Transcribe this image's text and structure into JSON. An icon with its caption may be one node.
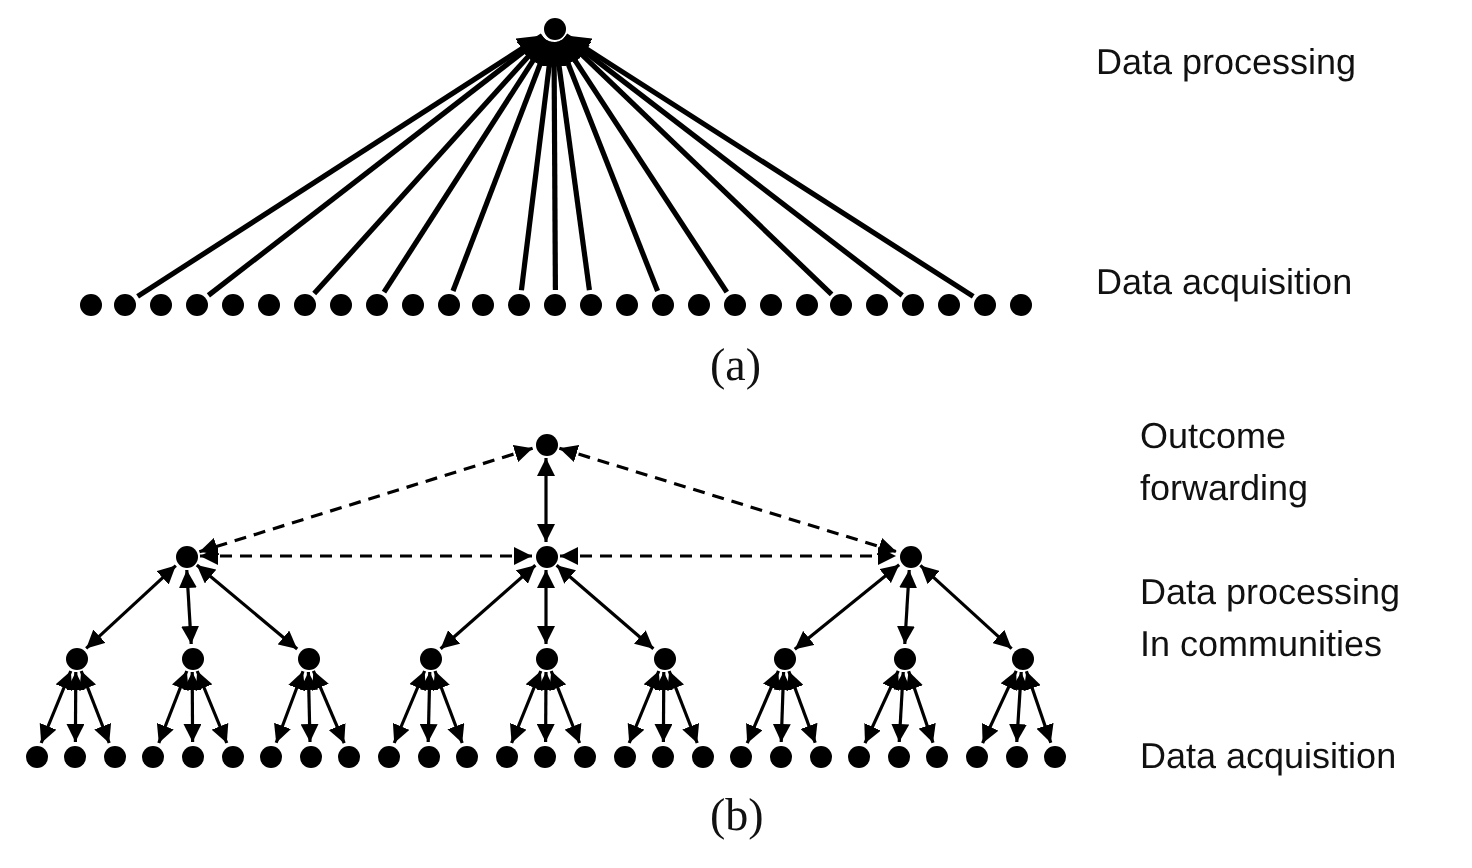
{
  "diagram": {
    "nodes": [
      {
        "text": [],
        "shape": "circle"
      },
      {
        "text": [],
        "shape": "circle"
      },
      {
        "text": [],
        "shape": "circle"
      },
      {
        "text": [],
        "shape": "circle"
      },
      {
        "text": [],
        "shape": "circle"
      },
      {
        "text": [],
        "shape": "circle"
      },
      {
        "text": [],
        "shape": "circle"
      },
      {
        "text": [],
        "shape": "circle"
      },
      {
        "text": [],
        "shape": "circle"
      },
      {
        "text": [],
        "shape": "circle"
      },
      {
        "text": [],
        "shape": "circle"
      },
      {
        "text": [],
        "shape": "circle"
      },
      {
        "text": [],
        "shape": "circle"
      },
      {
        "text": [],
        "shape": "circle"
      },
      {
        "text": [],
        "shape": "circle"
      },
      {
        "text": [],
        "shape": "circle"
      },
      {
        "text": [],
        "shape": "circle"
      },
      {
        "text": [],
        "shape": "circle"
      },
      {
        "text": [],
        "shape": "circle"
      },
      {
        "text": [],
        "shape": "circle"
      },
      {
        "text": [],
        "shape": "circle"
      },
      {
        "text": [],
        "shape": "circle"
      },
      {
        "text": [],
        "shape": "circle"
      },
      {
        "text": [],
        "shape": "circle"
      },
      {
        "text": [],
        "shape": "circle"
      },
      {
        "text": [],
        "shape": "circle"
      },
      {
        "text": [],
        "shape": "circle"
      },
      {
        "text": [],
        "shape": "circle"
      },
      {
        "text": [],
        "shape": "circle"
      },
      {
        "text": [],
        "shape": "circle"
      },
      {
        "text": [],
        "shape": "circle"
      },
      {
        "text": [],
        "shape": "circle"
      },
      {
        "text": [],
        "shape": "circle"
      },
      {
        "text": [],
        "shape": "circle"
      },
      {
        "text": [],
        "shape": "circle"
      },
      {
        "text": [],
        "shape": "circle"
      },
      {
        "text": [],
        "shape": "circle"
      },
      {
        "text": [],
        "shape": "circle"
      },
      {
        "text": [],
        "shape": "circle"
      },
      {
        "text": [],
        "shape": "circle"
      },
      {
        "text": [],
        "shape": "circle"
      },
      {
        "text": [],
        "shape": "circle"
      },
      {
        "text": [],
        "shape": "circle"
      },
      {
        "text": [],
        "shape": "circle"
      },
      {
        "text": [],
        "shape": "circle"
      },
      {
        "text": [],
        "shape": "circle"
      },
      {
        "text": [],
        "shape": "circle"
      },
      {
        "text": [],
        "shape": "circle"
      },
      {
        "text": [],
        "shape": "circle"
      },
      {
        "text": [],
        "shape": "circle"
      },
      {
        "text": [],
        "shape": "circle"
      },
      {
        "text": [],
        "shape": "circle"
      },
      {
        "text": [],
        "shape": "circle"
      },
      {
        "text": [],
        "shape": "circle"
      },
      {
        "text": [],
        "shape": "circle"
      },
      {
        "text": [],
        "shape": "circle"
      },
      {
        "text": [],
        "shape": "circle"
      },
      {
        "text": [],
        "shape": "circle"
      },
      {
        "text": [],
        "shape": "circle"
      },
      {
        "text": [],
        "shape": "circle"
      },
      {
        "text": [],
        "shape": "circle"
      },
      {
        "text": [],
        "shape": "circle"
      },
      {
        "text": [],
        "shape": "circle"
      },
      {
        "text": [],
        "shape": "circle"
      },
      {
        "text": [],
        "shape": "circle"
      },
      {
        "text": [],
        "shape": "circle"
      },
      {
        "text": [],
        "shape": "circle"
      },
      {
        "text": [],
        "shape": "circle"
      }
    ],
    "edges": [
      {
        "from": 2,
        "to": 0,
        "arrow": "to"
      },
      {
        "from": 4,
        "to": 0,
        "arrow": "to"
      },
      {
        "from": 7,
        "to": 0,
        "arrow": "to"
      },
      {
        "from": 9,
        "to": 0,
        "arrow": "to"
      },
      {
        "from": 11,
        "to": 0,
        "arrow": "to"
      },
      {
        "from": 13,
        "to": 0,
        "arrow": "to"
      },
      {
        "from": 14,
        "to": 0,
        "arrow": "to"
      },
      {
        "from": 15,
        "to": 0,
        "arrow": "to"
      },
      {
        "from": 17,
        "to": 0,
        "arrow": "to"
      },
      {
        "from": 19,
        "to": 0,
        "arrow": "to"
      },
      {
        "from": 22,
        "to": 0,
        "arrow": "to"
      },
      {
        "from": 24,
        "to": 0,
        "arrow": "to"
      },
      {
        "from": 26,
        "to": 0,
        "arrow": "to"
      },
      {
        "from": 28,
        "to": 29,
        "arrow": "both",
        "style": "dashed"
      },
      {
        "from": 28,
        "to": 30,
        "arrow": "both"
      },
      {
        "from": 28,
        "to": 31,
        "arrow": "both",
        "style": "dashed"
      },
      {
        "from": 29,
        "to": 30,
        "arrow": "both",
        "style": "dashed"
      },
      {
        "from": 30,
        "to": 31,
        "arrow": "both",
        "style": "dashed"
      },
      {
        "from": 29,
        "to": 32,
        "arrow": "both"
      },
      {
        "from": 29,
        "to": 33,
        "arrow": "both"
      },
      {
        "from": 29,
        "to": 34,
        "arrow": "both"
      },
      {
        "from": 30,
        "to": 35,
        "arrow": "both"
      },
      {
        "from": 30,
        "to": 36,
        "arrow": "both"
      },
      {
        "from": 30,
        "to": 37,
        "arrow": "both"
      },
      {
        "from": 31,
        "to": 38,
        "arrow": "both"
      },
      {
        "from": 31,
        "to": 39,
        "arrow": "both"
      },
      {
        "from": 31,
        "to": 40,
        "arrow": "both"
      },
      {
        "from": 32,
        "to": 41,
        "arrow": "both"
      },
      {
        "from": 32,
        "to": 42,
        "arrow": "both"
      },
      {
        "from": 32,
        "to": 43,
        "arrow": "both"
      },
      {
        "from": 33,
        "to": 44,
        "arrow": "both"
      },
      {
        "from": 33,
        "to": 45,
        "arrow": "both"
      },
      {
        "from": 33,
        "to": 46,
        "arrow": "both"
      },
      {
        "from": 34,
        "to": 47,
        "arrow": "both"
      },
      {
        "from": 34,
        "to": 48,
        "arrow": "both"
      },
      {
        "from": 34,
        "to": 49,
        "arrow": "both"
      },
      {
        "from": 35,
        "to": 50,
        "arrow": "both"
      },
      {
        "from": 35,
        "to": 51,
        "arrow": "both"
      },
      {
        "from": 35,
        "to": 52,
        "arrow": "both"
      },
      {
        "from": 36,
        "to": 53,
        "arrow": "both"
      },
      {
        "from": 36,
        "to": 54,
        "arrow": "both"
      },
      {
        "from": 36,
        "to": 55,
        "arrow": "both"
      },
      {
        "from": 37,
        "to": 56,
        "arrow": "both"
      },
      {
        "from": 37,
        "to": 57,
        "arrow": "both"
      },
      {
        "from": 37,
        "to": 58,
        "arrow": "both"
      },
      {
        "from": 38,
        "to": 59,
        "arrow": "both"
      },
      {
        "from": 38,
        "to": 60,
        "arrow": "both"
      },
      {
        "from": 38,
        "to": 61,
        "arrow": "both"
      },
      {
        "from": 39,
        "to": 62,
        "arrow": "both"
      },
      {
        "from": 39,
        "to": 63,
        "arrow": "both"
      },
      {
        "from": 39,
        "to": 64,
        "arrow": "both"
      },
      {
        "from": 40,
        "to": 65,
        "arrow": "both"
      },
      {
        "from": 40,
        "to": 66,
        "arrow": "both"
      },
      {
        "from": 40,
        "to": 67,
        "arrow": "both"
      }
    ],
    "labels": [
      "Data processing",
      "Data acquisition",
      "(a)",
      "Outcome forwarding",
      "Data processing In communities",
      "Data acquisition",
      "(b)"
    ]
  }
}
